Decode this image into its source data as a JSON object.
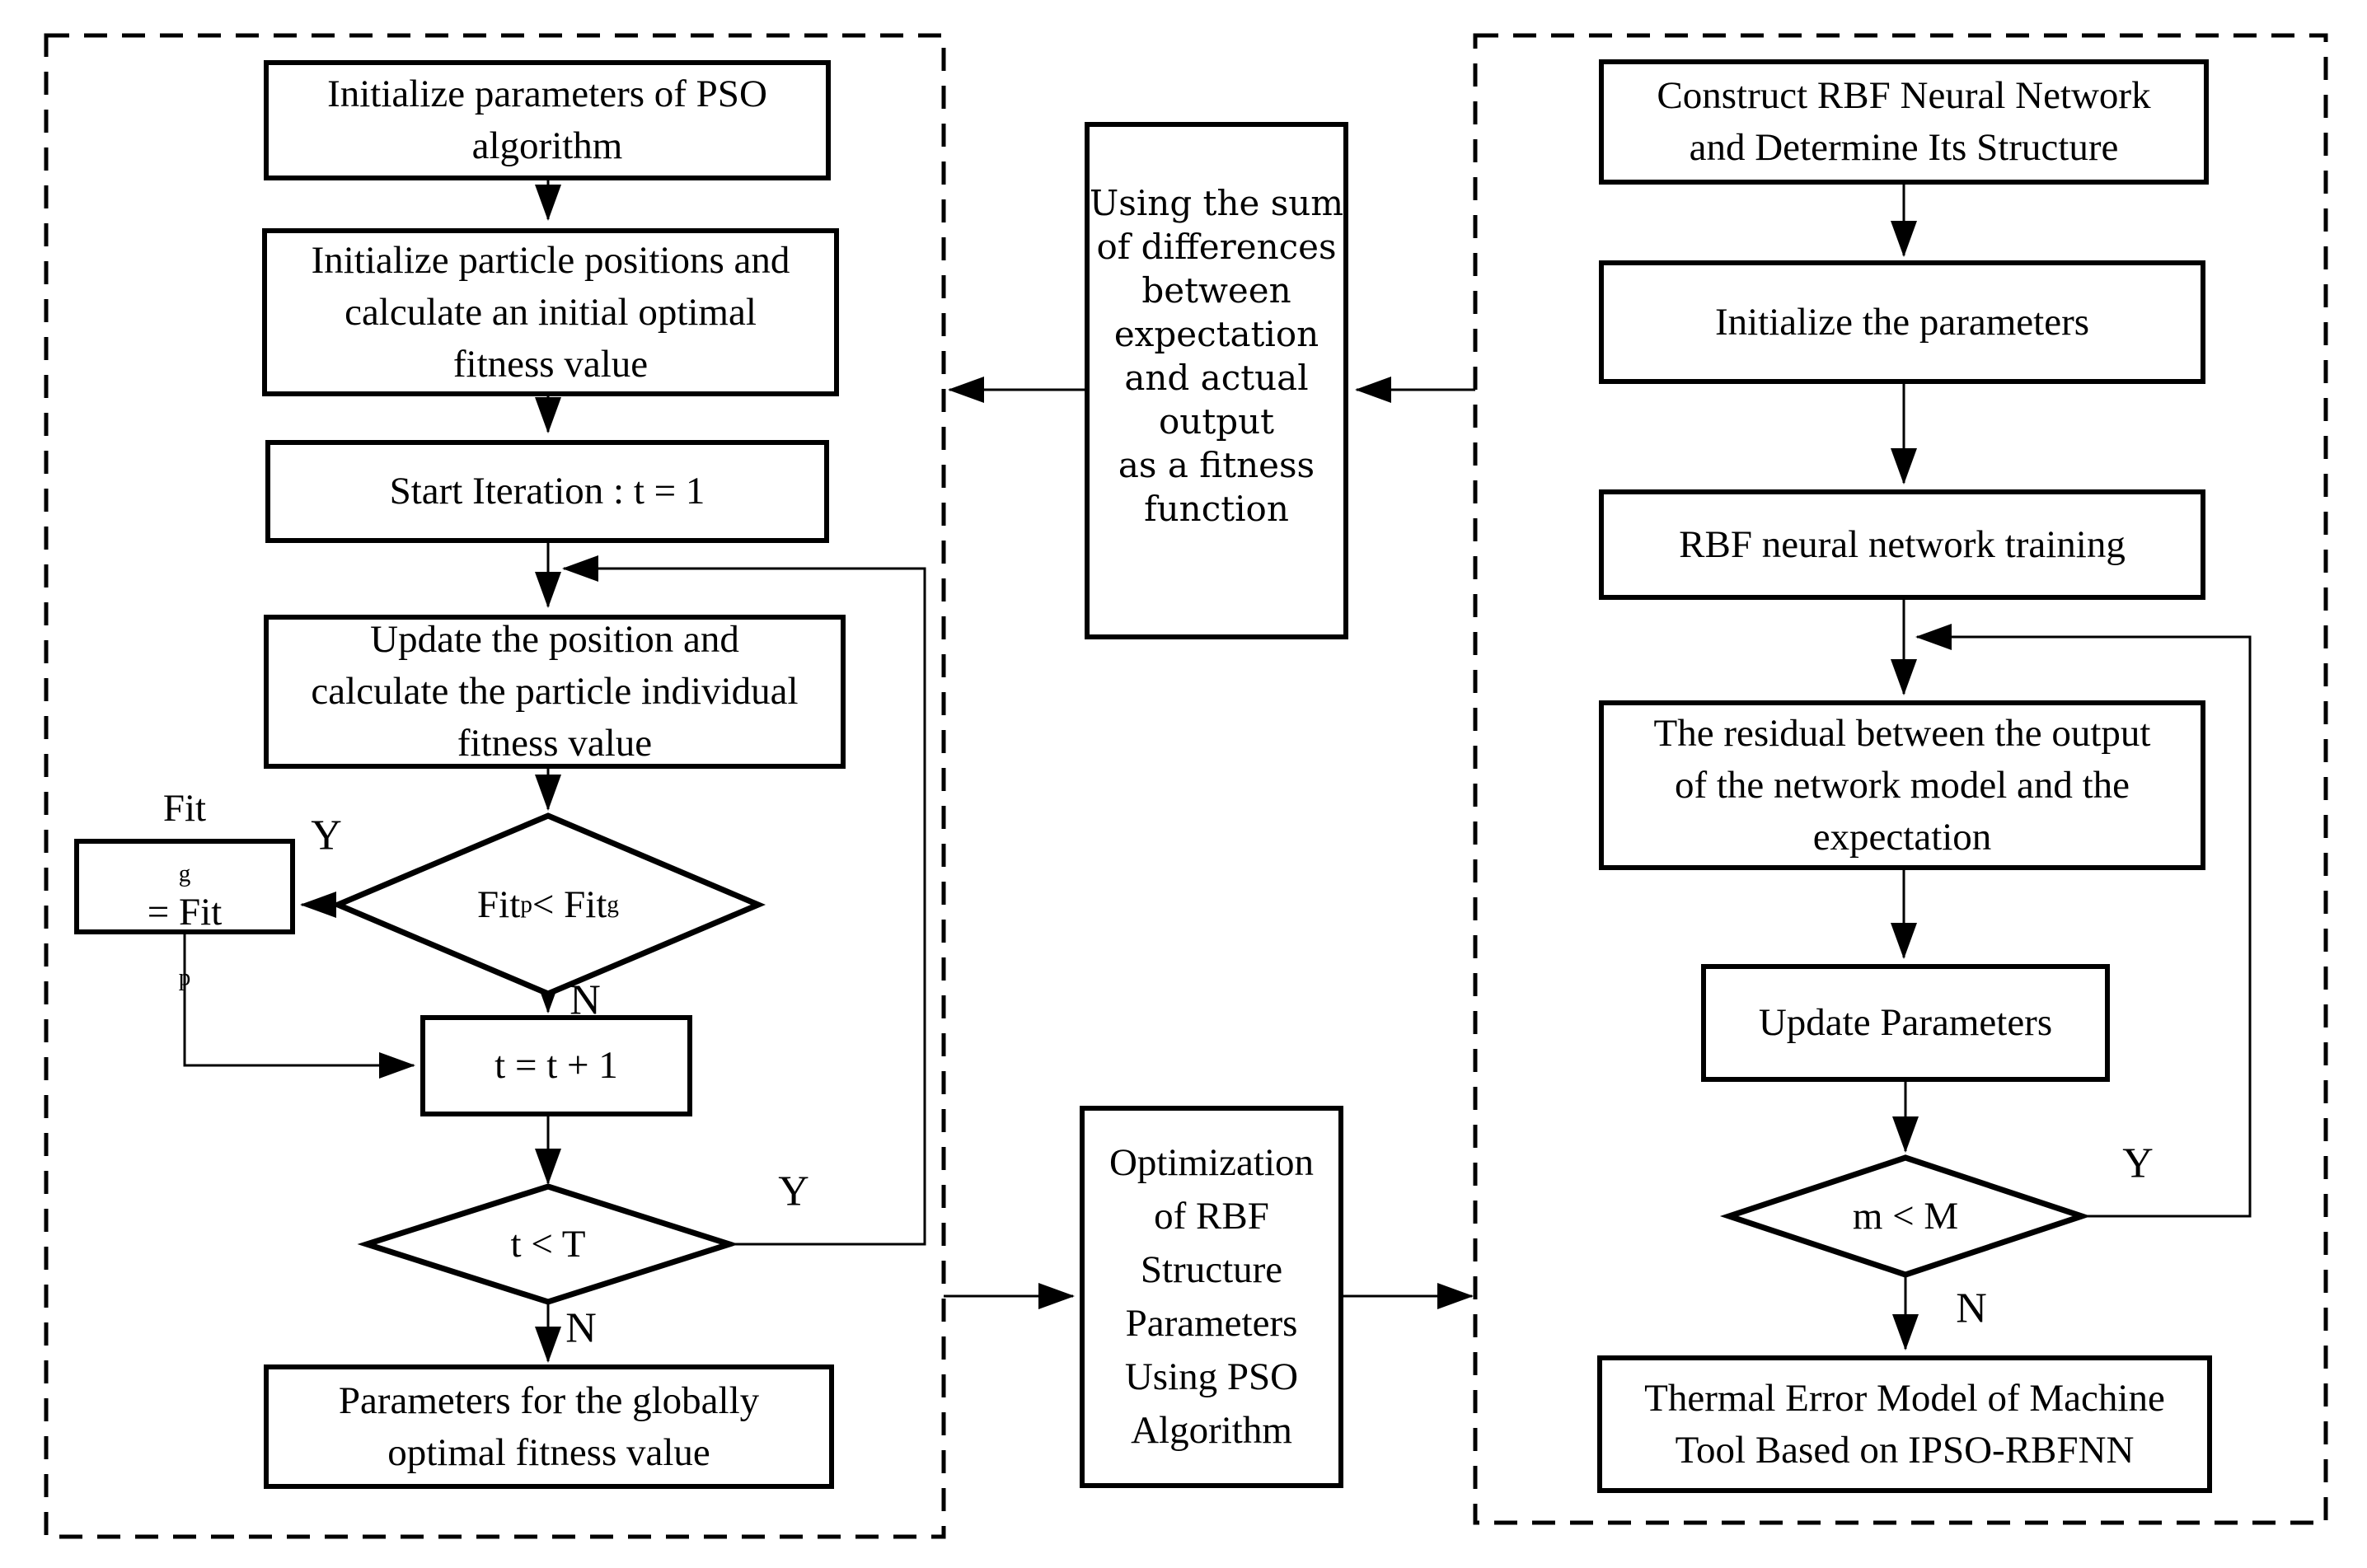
{
  "left_panel": {
    "box1": {
      "l1": "Initialize parameters of PSO",
      "l2": "algorithm"
    },
    "box2": {
      "l1": "Initialize particle positions and",
      "l2": "calculate an initial optimal",
      "l3": "fitness value"
    },
    "box3": {
      "text": "Start Iteration : t = 1"
    },
    "box4": {
      "l1": "Update the position and",
      "l2": "calculate the particle individual",
      "l3": "fitness value"
    },
    "diamond_fit": {
      "p1": "Fit",
      "s1": "p",
      "p2": " < Fit",
      "s2": "g"
    },
    "box_fitg": {
      "p1": "Fit",
      "s1": "g",
      "p2": " = Fit",
      "s2": "p"
    },
    "box_t": {
      "text": "t = t + 1"
    },
    "diamond_t": {
      "text": "t < T"
    },
    "box_params": {
      "l1": "Parameters for the globally",
      "l2": "optimal fitness value"
    },
    "label_y_fit": "Y",
    "label_n_fit": "N",
    "label_y_t": "Y",
    "label_n_t": "N"
  },
  "middle": {
    "fitness_box": {
      "l1": "Using the sum",
      "l2": "of differences",
      "l3": "between",
      "l4": "expectation",
      "l5": "and actual",
      "l6": "output",
      "l7": "as a fitness",
      "l8": "function"
    },
    "optimization_box": {
      "l1": "Optimization",
      "l2": "of RBF",
      "l3": "Structure",
      "l4": "Parameters",
      "l5": "Using PSO",
      "l6": "Algorithm"
    }
  },
  "right_panel": {
    "box1": {
      "l1": "Construct RBF Neural Network",
      "l2": "and Determine Its Structure"
    },
    "box2": {
      "text": "Initialize the parameters"
    },
    "box3": {
      "text": "RBF neural network training"
    },
    "box4": {
      "l1": "The residual between the output",
      "l2": "of the network model and the",
      "l3": "expectation"
    },
    "box5": {
      "text": "Update Parameters"
    },
    "diamond_m": {
      "text": "m < M"
    },
    "box6": {
      "l1": "Thermal Error Model of Machine",
      "l2": "Tool Based on IPSO-RBFNN"
    },
    "label_y_m": "Y",
    "label_n_m": "N"
  },
  "colors": {
    "line": "#000000",
    "background": "#ffffff"
  }
}
